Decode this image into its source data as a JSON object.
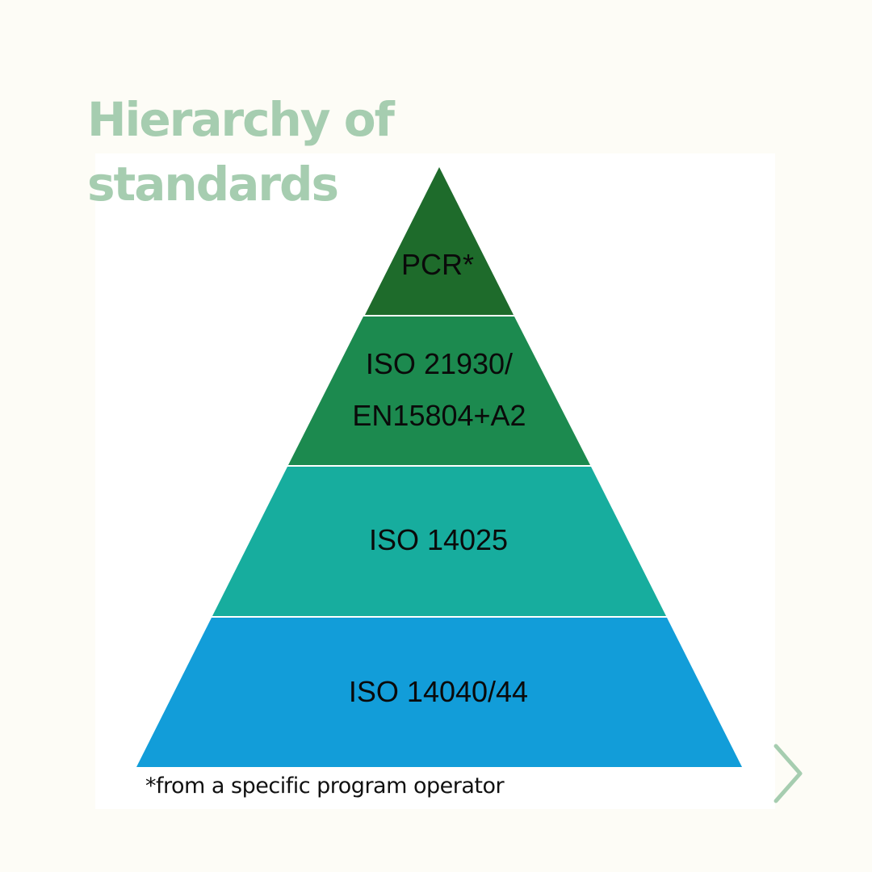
{
  "title": {
    "line1": "Hierarchy of",
    "line2": "standards"
  },
  "tiers": [
    {
      "label_lines": [
        "PCR*"
      ],
      "color": "#1e6b2b"
    },
    {
      "label_lines": [
        "ISO 21930/",
        "EN15804+A2"
      ],
      "color": "#1c8a4f"
    },
    {
      "label_lines": [
        "ISO 14025"
      ],
      "color": "#17ad9e"
    },
    {
      "label_lines": [
        "ISO 14040/44"
      ],
      "color": "#129dd9"
    }
  ],
  "footnote": "*from a specific program operator",
  "colors": {
    "background": "#fdfcf6",
    "title": "#a6cdb0",
    "arrow": "#a6cdb0"
  },
  "navigation": {
    "next_icon": "chevron-right-icon"
  }
}
